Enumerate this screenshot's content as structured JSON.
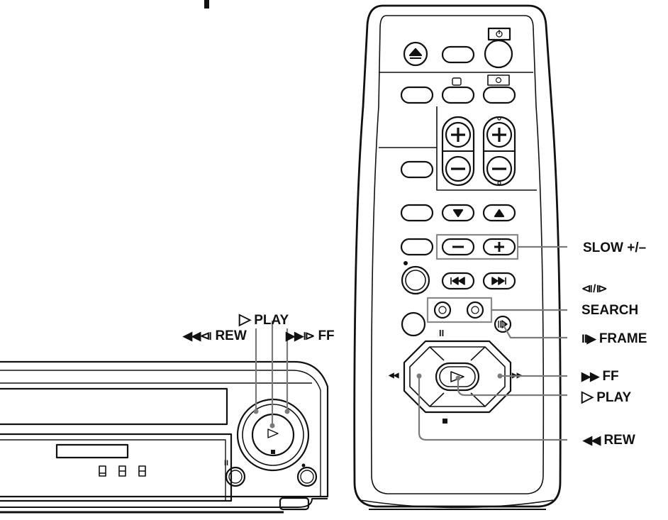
{
  "labels": {
    "slow": "SLOW +/–",
    "search_icons": "⧏/⧐",
    "search": "SEARCH",
    "frame_glyph": "II▶",
    "frame": "FRAME",
    "ff_glyph": "▶▶",
    "ff": "FF",
    "play_glyph": "▷",
    "play": "PLAY",
    "rew_glyph": "◀◀",
    "rew": "REW",
    "deck_play_glyph": "▷",
    "deck_play": "PLAY",
    "deck_rew_glyph": "◀◀⧏",
    "deck_rew": "REW",
    "deck_ff_glyph": "▶▶⧐",
    "deck_ff": "FF"
  },
  "colors": {
    "line": "#111111",
    "leader": "#7a7a7a",
    "highlight_box": "#8a8a8a"
  }
}
